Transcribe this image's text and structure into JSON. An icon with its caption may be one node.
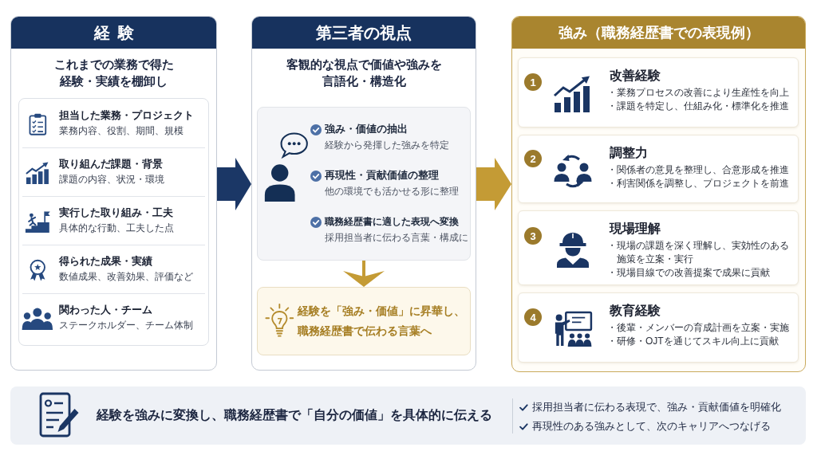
{
  "diagram": {
    "nodes": [
      {
        "text": [
          "経験",
          "これまでの業務で得た経験・実績を棚卸し"
        ]
      },
      {
        "text": [
          "担当した業務・プロジェクト",
          "業務内容、役割、期間、規模"
        ],
        "in": 0
      },
      {
        "text": [
          "取り組んだ課題・背景",
          "課題の内容、状況・環境"
        ],
        "in": 0
      },
      {
        "text": [
          "実行した取り組み・工夫",
          "具体的な行動、工夫した点"
        ],
        "in": 0
      },
      {
        "text": [
          "得られた成果・実績",
          "数値成果、改善効果、評価など"
        ],
        "in": 0
      },
      {
        "text": [
          "関わった人・チーム",
          "ステークホルダー、チーム体制"
        ],
        "in": 0
      },
      {
        "text": [
          "第三者の視点",
          "客観的な視点で価値や強みを言語化・構造化"
        ]
      },
      {
        "text": [
          "強み・価値の抽出",
          "経験から発揮した強みを特定",
          "再現性・貢献価値の整理",
          "他の環境でも活かせる形に整理",
          "職務経歴書に適した表現へ変換",
          "採用担当者に伝わる言葉・構成に"
        ],
        "in": 6
      },
      {
        "text": [
          "経験を「強み・価値」に昇華し、職務経歴書で伝わる言葉へ"
        ],
        "in": 6
      },
      {
        "text": [
          "強み（職務経歴書での表現例）"
        ]
      },
      {
        "text": [
          "改善経験",
          "・業務プロセスの改善により生産性を向上",
          "・課題を特定し、仕組み化・標準化を推進"
        ],
        "in": 9
      },
      {
        "text": [
          "1"
        ],
        "in": 10
      },
      {
        "text": [
          "調整力",
          "・関係者の意見を整理し、合意形成を推進",
          "・利害関係を調整し、プロジェクトを前進"
        ],
        "in": 9
      },
      {
        "text": [
          "2"
        ],
        "in": 12
      },
      {
        "text": [
          "現場理解",
          "・現場の課題を深く理解し、実効性のある施策を立案・実行",
          "・現場目線での改善提案で成果に貢献"
        ],
        "in": 9
      },
      {
        "text": [
          "3"
        ],
        "in": 14
      },
      {
        "text": [
          "教育経験",
          "・後輩・メンバーの育成計画を立案・実施",
          "・研修・OJTを通じてスキル向上に貢献"
        ],
        "in": 9
      },
      {
        "text": [
          "4"
        ],
        "in": 16
      },
      {
        "text": [
          "経験を強みに変換し、職務経歴書で「自分の価値」を具体的に伝える",
          "採用担当者に伝わる表現で、強み・貢献価値を明確化",
          "再現性のある強みとして、次のキャリアへつなげる"
        ]
      }
    ],
    "edges": [
      {
        "from": 0,
        "to": 6,
        "arrow": "to",
        "color": "#1b3766"
      },
      {
        "from": 6,
        "to": 9,
        "arrow": "to",
        "color": "#c49b35"
      },
      {
        "from": 7,
        "to": 8,
        "arrow": "to"
      }
    ]
  }
}
